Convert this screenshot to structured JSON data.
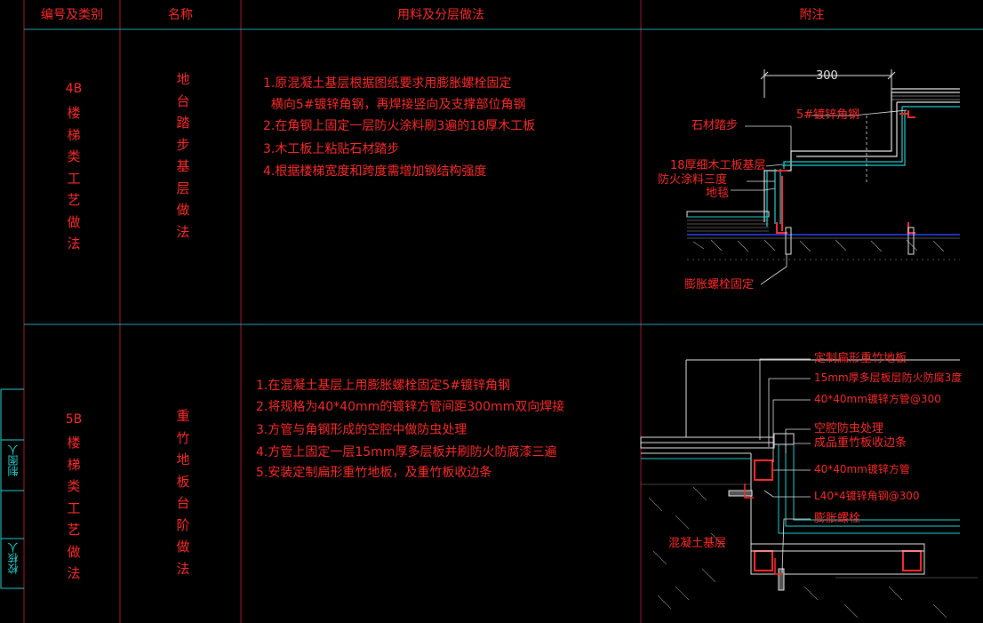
{
  "headers": {
    "code": "编号及类别",
    "name": "名称",
    "method": "用料及分层做法",
    "notes": "附注"
  },
  "rows": [
    {
      "code": "4B",
      "category": "楼梯类工艺做法",
      "name": "地台踏步基层做法",
      "steps": [
        "1.原混凝土基层根据图纸要求用膨胀螺栓固定",
        "  横向5#镀锌角钢，再焊接竖向及支撑部位角钢",
        "2.在角钢上固定一层防火涂料刷3遍的18厚木工板",
        "3.木工板上粘贴石材踏步",
        "4.根据楼梯宽度和跨度需增加钢结构强度"
      ],
      "drawing": {
        "dimension": "300",
        "labels": [
          "5#镀锌角钢",
          "石材踏步",
          "18厚细木工板基层",
          "防火涂料三度",
          "地毯",
          "膨胀螺栓固定"
        ]
      }
    },
    {
      "code": "5B",
      "category": "楼梯类工艺做法",
      "name": "重竹地板台阶做法",
      "steps": [
        "1.在混凝土基层上用膨胀螺栓固定5#镀锌角钢",
        "2.将规格为40*40mm的镀锌方管间距300mm双向焊接",
        "3.方管与角钢形成的空腔中做防虫处理",
        "4.方管上固定一层15mm厚多层板并刷防火防腐漆三遍",
        "5.安装定制扁形重竹地板，及重竹板收边条"
      ],
      "drawing": {
        "labels": [
          "定制扁形重竹地板",
          "15mm厚多层板层防火防腐3度",
          "40*40mm镀锌方管@300",
          "空腔防虫处理",
          "成品重竹板收边条",
          "40*40mm镀锌方管",
          "L40*4镀锌角钢@300",
          "膨胀螺栓",
          "混凝土基层"
        ]
      }
    }
  ],
  "sidebar": {
    "drawn_by": "制图人",
    "checked_by": "校核人"
  },
  "colors": {
    "grid": "#b0123a",
    "text": "#ff2a2a",
    "cyan": "#22d3d3",
    "white": "#e8e8e8",
    "yellow": "#e8e84a",
    "blue": "#3040ff"
  }
}
